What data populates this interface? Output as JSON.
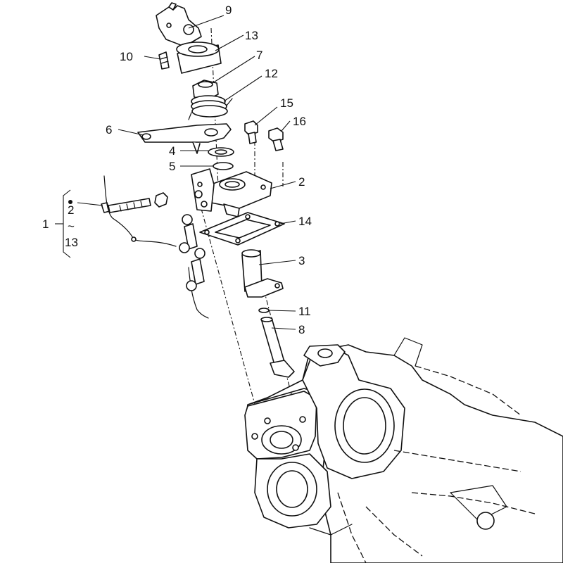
{
  "callouts": [
    {
      "id": "c1",
      "text": "1"
    },
    {
      "id": "c2",
      "text": "2"
    },
    {
      "id": "c3",
      "text": "3"
    },
    {
      "id": "c4",
      "text": "4"
    },
    {
      "id": "c5",
      "text": "5"
    },
    {
      "id": "c6",
      "text": "6"
    },
    {
      "id": "c7",
      "text": "7"
    },
    {
      "id": "c8",
      "text": "8"
    },
    {
      "id": "c9",
      "text": "9"
    },
    {
      "id": "c10",
      "text": "10"
    },
    {
      "id": "c11",
      "text": "11"
    },
    {
      "id": "c12",
      "text": "12"
    },
    {
      "id": "c13",
      "text": "13"
    },
    {
      "id": "c14",
      "text": "14"
    },
    {
      "id": "c15",
      "text": "15"
    },
    {
      "id": "c16",
      "text": "16"
    }
  ],
  "group": {
    "id": "1",
    "from": "2",
    "tilde": "~",
    "to": "13"
  }
}
